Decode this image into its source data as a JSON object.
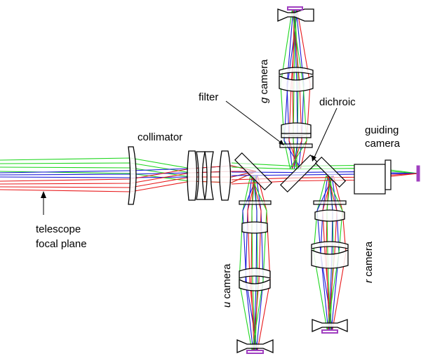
{
  "labels": {
    "collimator": "collimator",
    "filter": "filter",
    "dichroic": "dichroic",
    "guiding_camera_line1": "guiding",
    "guiding_camera_line2": "camera",
    "telescope_line1": "telescope",
    "telescope_line2": "focal plane",
    "g_camera_letter": "g",
    "g_camera_word": " camera",
    "r_camera_letter": "r",
    "r_camera_word": " camera",
    "u_camera_letter": "u",
    "u_camera_word": " camera"
  },
  "colors": {
    "red_ray": "#e8191b",
    "green_ray": "#1fd61f",
    "blue_ray": "#1a1ad8",
    "detector": "#a040c0",
    "outline": "#000000"
  }
}
